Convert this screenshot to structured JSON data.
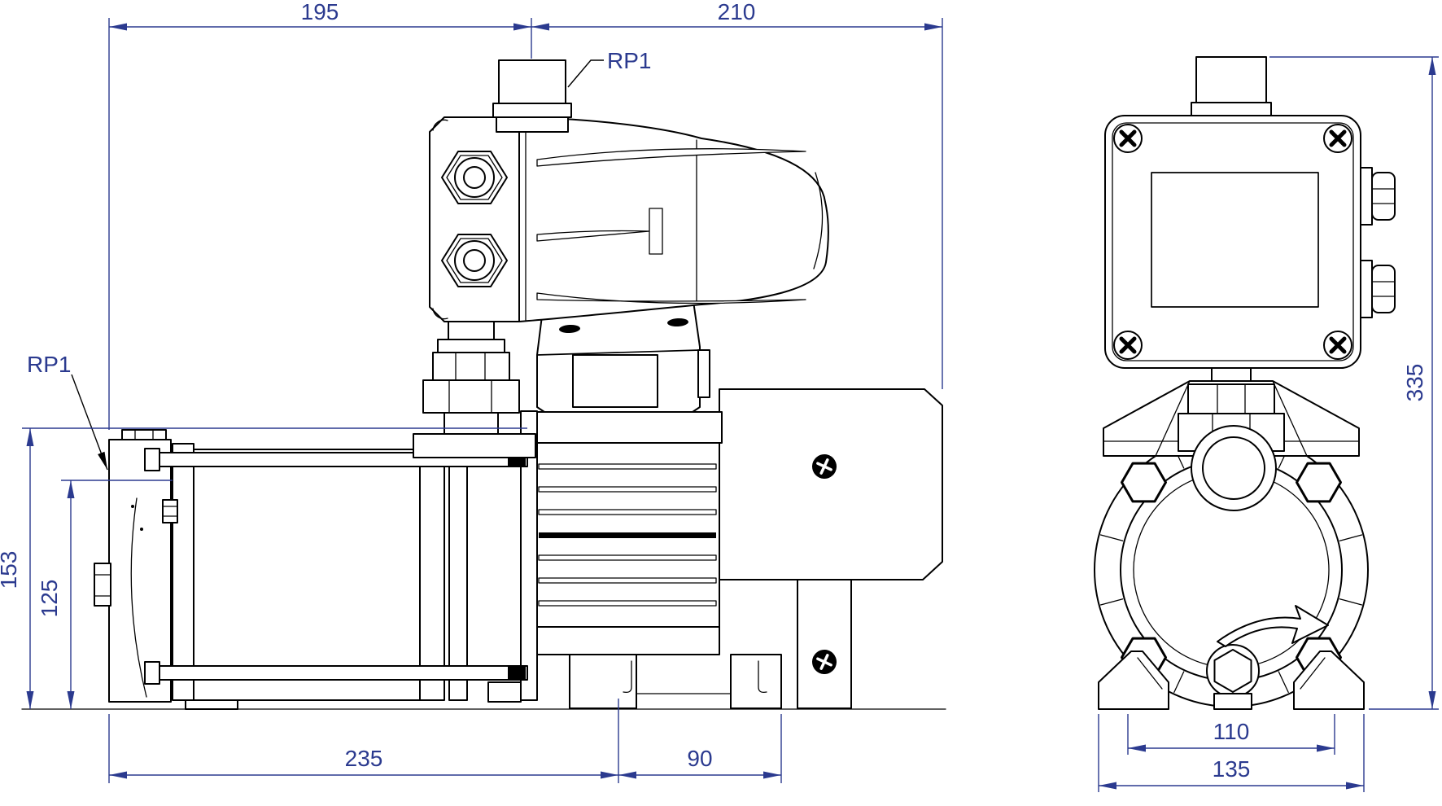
{
  "colors": {
    "background": "#ffffff",
    "line": "#000000",
    "dimension": "#2b3a8f"
  },
  "dimensions": {
    "side_top_left": "195",
    "side_top_right": "210",
    "side_height_total": "153",
    "side_height_inlet": "125",
    "side_length_pump": "235",
    "side_foot_spacing": "90",
    "front_height_total": "335",
    "front_foot_inner": "110",
    "front_foot_outer": "135"
  },
  "labels": {
    "port_top": "RP1",
    "port_side": "RP1"
  }
}
